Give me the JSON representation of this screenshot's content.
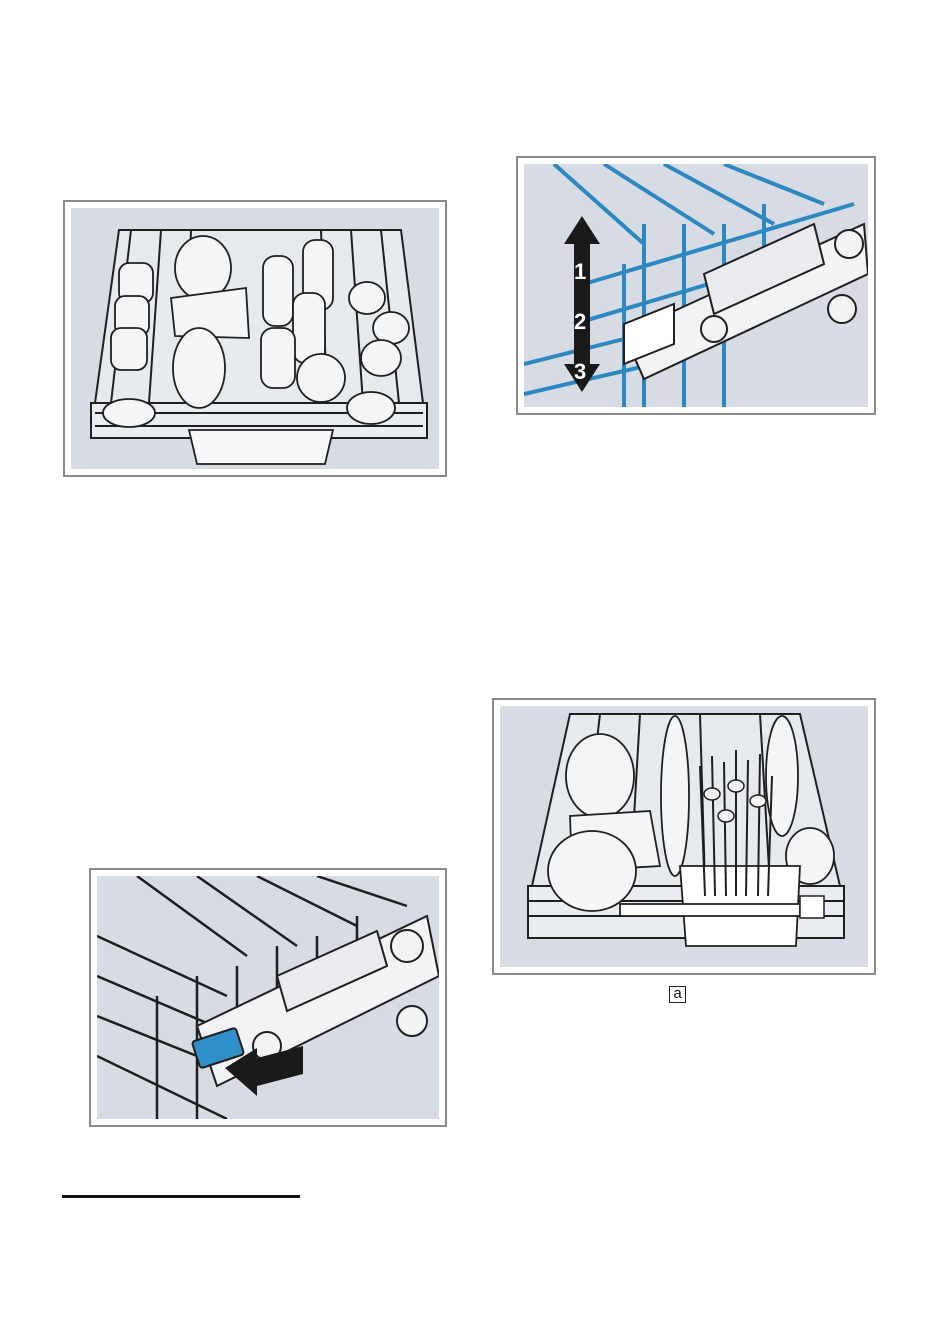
{
  "figures": {
    "height_adjust": {
      "levels": [
        "1",
        "2",
        "3"
      ]
    },
    "cutlery_basket": {
      "callout_label": "a"
    }
  },
  "colors": {
    "background": "#d7dbe3",
    "wire": "#1f1f1f",
    "wire_blue": "#2b88c0",
    "release_button": "#2f8fc8",
    "arrow": "#1a1a1a",
    "frame_border": "#8a8a8a"
  }
}
